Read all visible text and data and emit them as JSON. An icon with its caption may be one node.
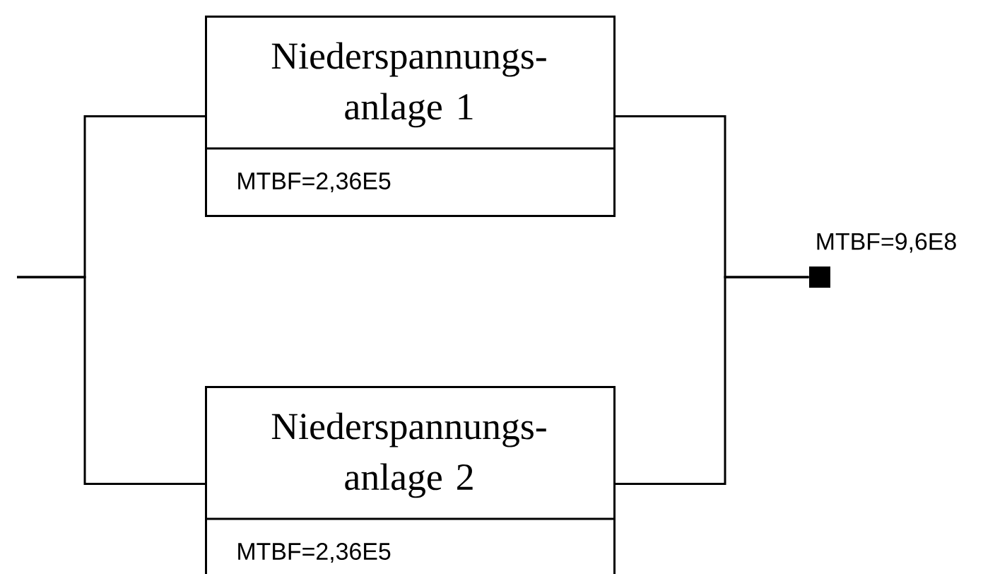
{
  "diagram": {
    "nodes": [
      {
        "text": [
          "Niederspannungs- anlage 1",
          "MTBF=2,36E5"
        ]
      },
      {
        "text": [
          "Niederspannungs- anlage 2",
          "MTBF=2,36E5"
        ]
      },
      {
        "text": [],
        "shape": "box",
        "beside": [
          "MTBF=9,6E8"
        ]
      }
    ],
    "edges": [
      {
        "from": null,
        "to": 0,
        "arrow": "none"
      },
      {
        "from": null,
        "to": 1,
        "arrow": "none"
      },
      {
        "from": 0,
        "to": 2,
        "arrow": "none"
      },
      {
        "from": 1,
        "to": 2,
        "arrow": "none"
      }
    ]
  }
}
